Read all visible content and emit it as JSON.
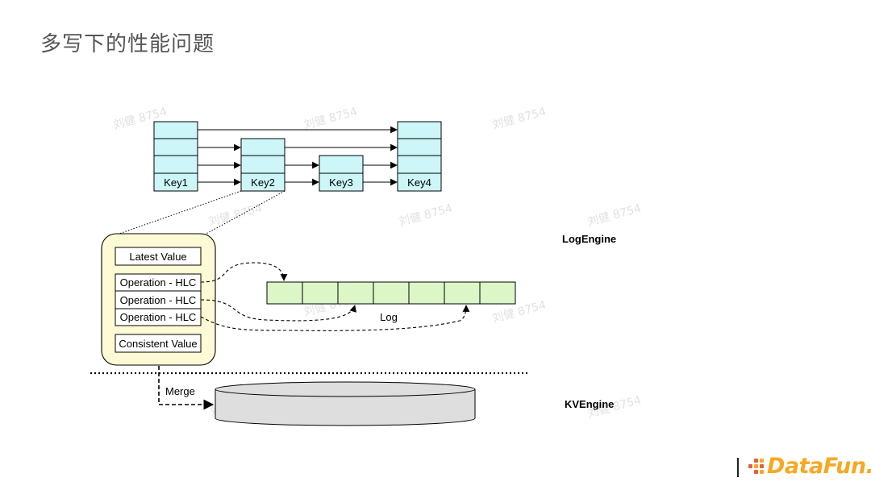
{
  "page": {
    "title": "多写下的性能问题"
  },
  "skiplist": {
    "keys": [
      "Key1",
      "Key2",
      "Key3",
      "Key4"
    ]
  },
  "record": {
    "latest": "Latest Value",
    "operations": [
      "Operation - HLC",
      "Operation - HLC",
      "Operation - HLC"
    ],
    "consistent": "Consistent Value"
  },
  "log": {
    "label": "Log",
    "cells": 7
  },
  "labels": {
    "merge": "Merge",
    "log_engine": "LogEngine",
    "kv_engine": "KVEngine"
  },
  "watermark": "刘健 8754",
  "brand": {
    "name": "DataFun."
  },
  "colors": {
    "skiplist_fill": "#ccf6f8",
    "log_fill": "#dcf6c8",
    "record_fill": "#fdfbd5",
    "disk_fill": "#dedede",
    "logo_orange": "#f7a823",
    "logo_dots": [
      "#f7a823",
      "#e85d3a",
      "#f7a823",
      "#e85d3a",
      "#f7a823",
      "#e85d3a",
      "#f7a823",
      "#e85d3a",
      "#f7a823"
    ]
  }
}
